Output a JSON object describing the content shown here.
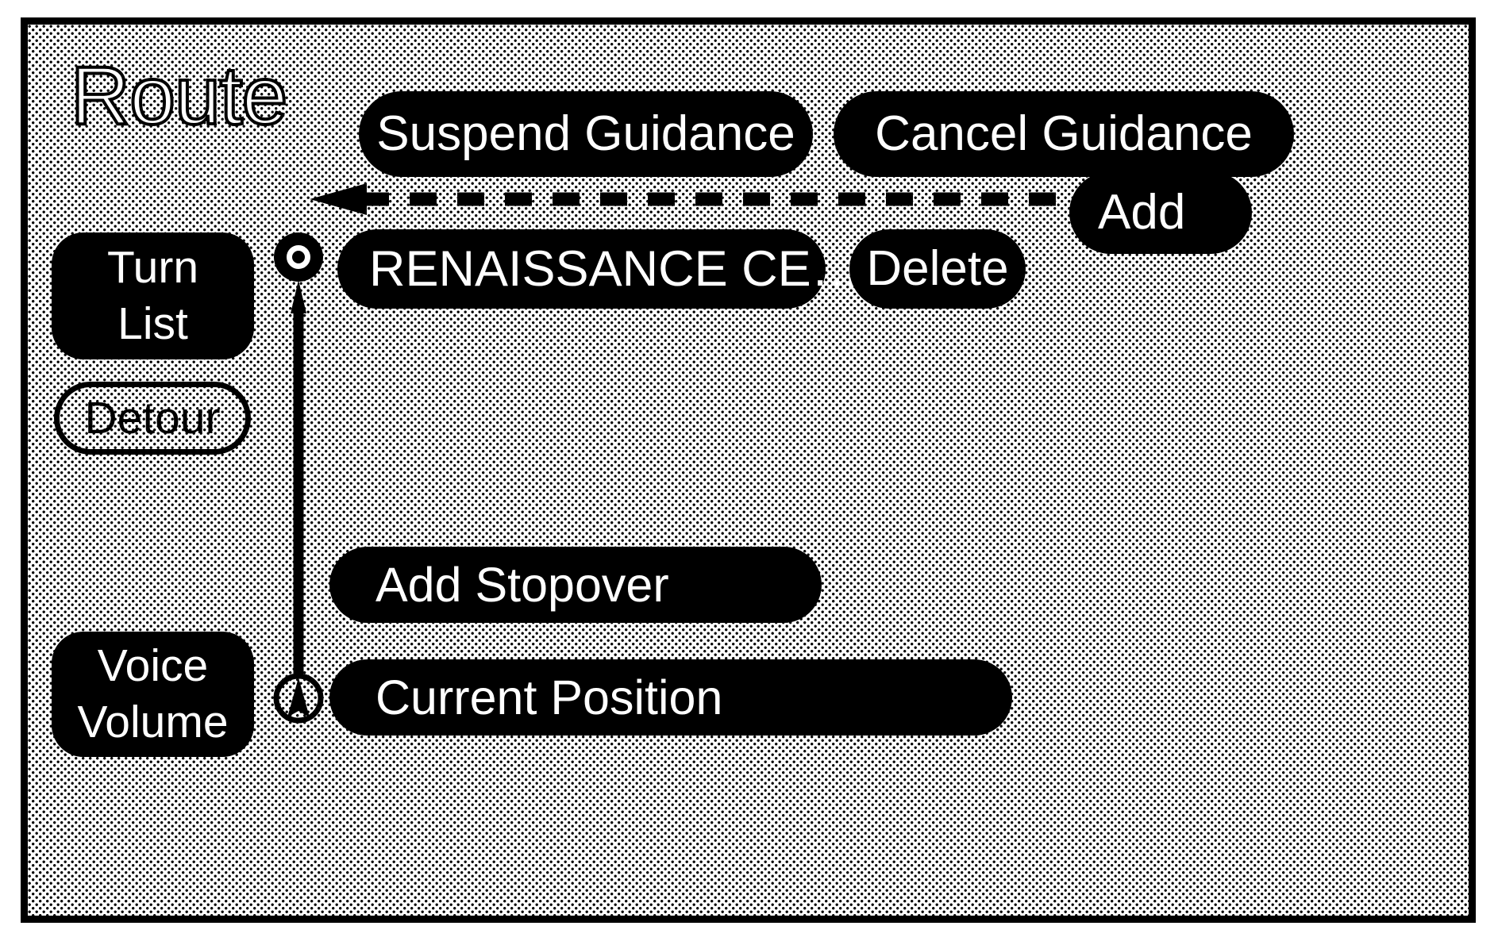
{
  "screen": {
    "title": "Route",
    "background_color": "#ffffff",
    "ink_color": "#000000",
    "pattern": "halftone-dots"
  },
  "header": {
    "title": "Route",
    "buttons": [
      {
        "name": "suspend-guidance",
        "label": "Suspend Guidance"
      },
      {
        "name": "cancel-guidance",
        "label": "Cancel Guidance"
      }
    ]
  },
  "sidebar": {
    "items": [
      {
        "name": "turn-list",
        "label": "Turn\nList",
        "line1": "Turn",
        "line2": "List",
        "style": "filled"
      },
      {
        "name": "detour",
        "label": "Detour",
        "style": "outlined"
      },
      {
        "name": "voice-volume",
        "label": "Voice\nVolume",
        "line1": "Voice",
        "line2": "Volume",
        "style": "filled"
      }
    ]
  },
  "route": {
    "destination": {
      "label": "RENAISSANCE CE…",
      "marker": "destination-circle-marker"
    },
    "delete_label": "Delete",
    "add_label": "Add",
    "add_stopover_label": "Add Stopover",
    "current_position_label": "Current Position",
    "current_position_marker": "current-position-arrow-marker",
    "annotations": {
      "dashed_arrow": "points-left-from-add-to-destination",
      "solid_arrow": "points-up-from-current-position-to-destination"
    }
  }
}
